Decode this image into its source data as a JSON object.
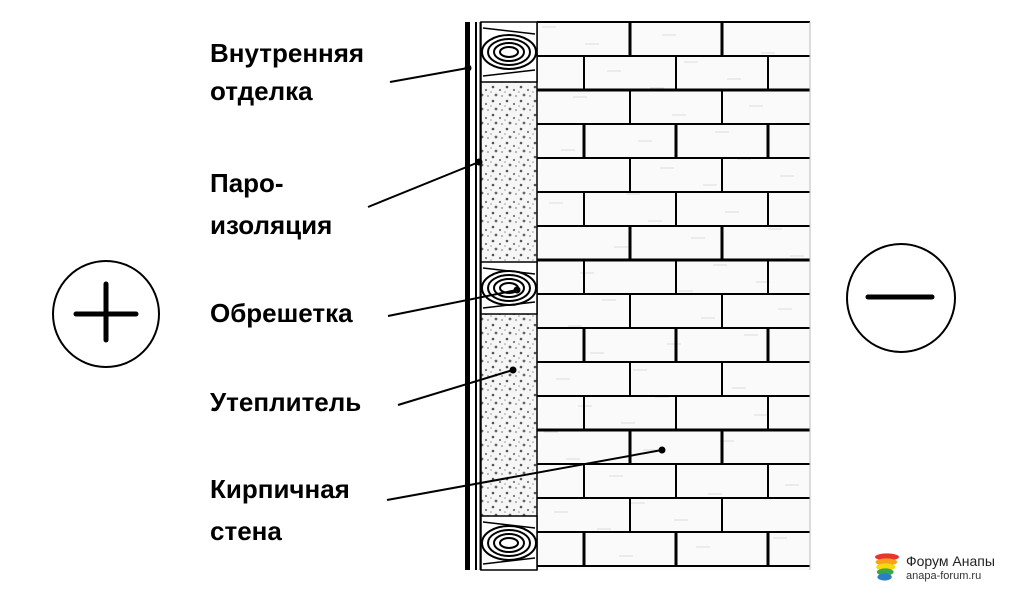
{
  "labels": {
    "interior_finish": [
      "Внутренняя",
      "отделка"
    ],
    "vapor_barrier": [
      "Паро-",
      "изоляция"
    ],
    "battens": [
      "Обрешетка"
    ],
    "insulation": [
      "Утеплитель"
    ],
    "brick_wall": [
      "Кирпичная",
      "стена"
    ]
  },
  "symbols": {
    "warm_side": "plus-sign",
    "cold_side": "minus-sign"
  },
  "watermark": {
    "title": "Форум Анапы",
    "url": "anapa-forum.ru",
    "colors": [
      "#e8362d",
      "#f7a21b",
      "#f5d90a",
      "#3aa54a",
      "#2e7fc1"
    ]
  },
  "colors": {
    "ink": "#000000",
    "background": "#ffffff",
    "mortar_haze": "#dcdcdc"
  }
}
